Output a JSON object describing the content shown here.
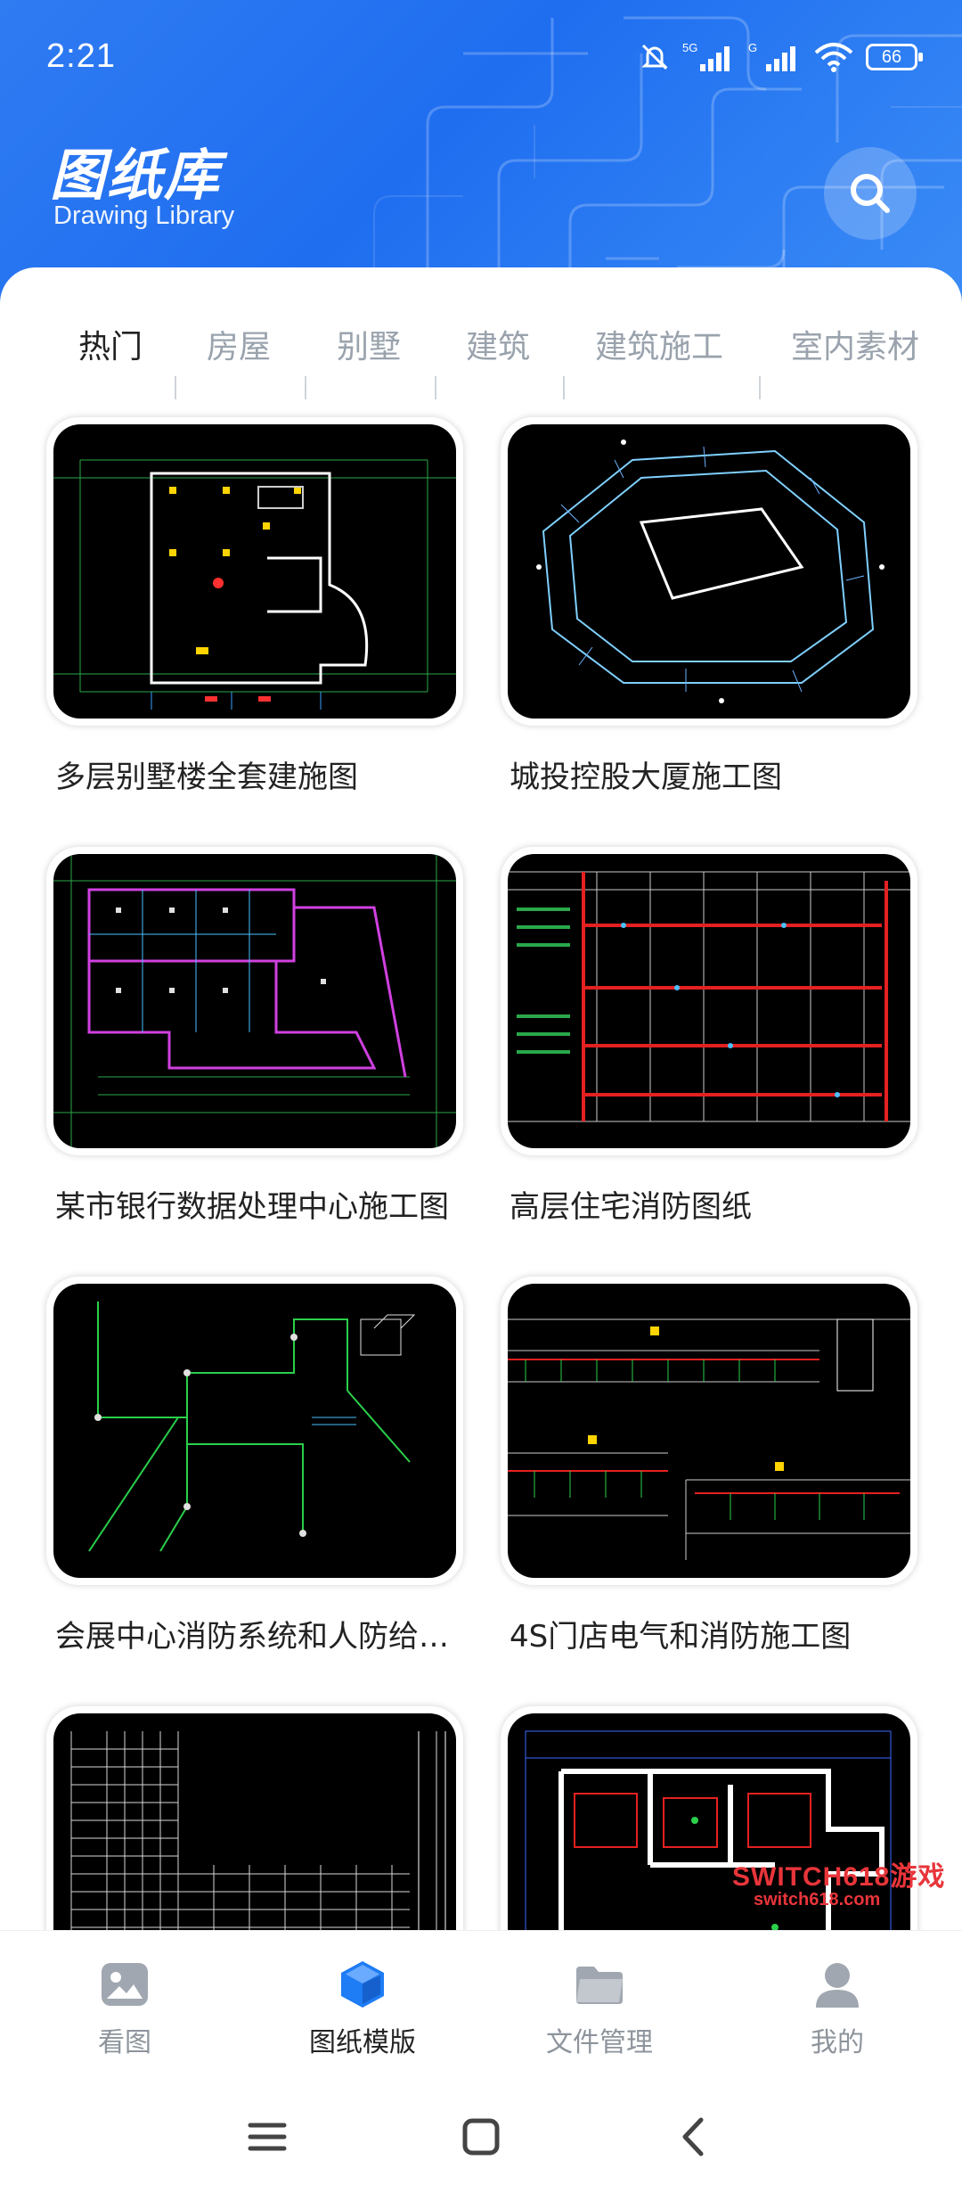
{
  "status_bar": {
    "time": "2:21",
    "battery": "66",
    "net1": "5G",
    "net2": "G"
  },
  "header": {
    "title": "图纸库",
    "subtitle": "Drawing Library"
  },
  "tabs": [
    {
      "label": "热门",
      "active": true
    },
    {
      "label": "房屋",
      "active": false
    },
    {
      "label": "别墅",
      "active": false
    },
    {
      "label": "建筑",
      "active": false
    },
    {
      "label": "建筑施工",
      "active": false
    },
    {
      "label": "室内素材",
      "active": false
    }
  ],
  "cards": [
    {
      "title": "多层别墅楼全套建施图",
      "thumb": "floor-plan"
    },
    {
      "title": "城投控股大厦施工图",
      "thumb": "frame-plan"
    },
    {
      "title": "某市银行数据处理中心施工图",
      "thumb": "magenta-plan"
    },
    {
      "title": "高层住宅消防图纸",
      "thumb": "red-pipe-plan"
    },
    {
      "title": "会展中心消防系统和人防给…",
      "thumb": "isometric-pipe"
    },
    {
      "title": "4S门店电气和消防施工图",
      "thumb": "electrical-schematic"
    },
    {
      "title": "",
      "thumb": "grid-elevation"
    },
    {
      "title": "",
      "thumb": "interior-plan"
    }
  ],
  "bottom_nav": [
    {
      "label": "看图",
      "icon": "image-icon",
      "active": false
    },
    {
      "label": "图纸模版",
      "icon": "cube-icon",
      "active": true
    },
    {
      "label": "文件管理",
      "icon": "folder-icon",
      "active": false
    },
    {
      "label": "我的",
      "icon": "user-icon",
      "active": false
    }
  ],
  "watermark": {
    "line1": "SWITCH618游戏",
    "line2": "switch618.com"
  },
  "colors": {
    "header_blue": "#2f7bf2",
    "accent_orange": "#f06a4b",
    "nav_active": "#1e7cf5"
  }
}
